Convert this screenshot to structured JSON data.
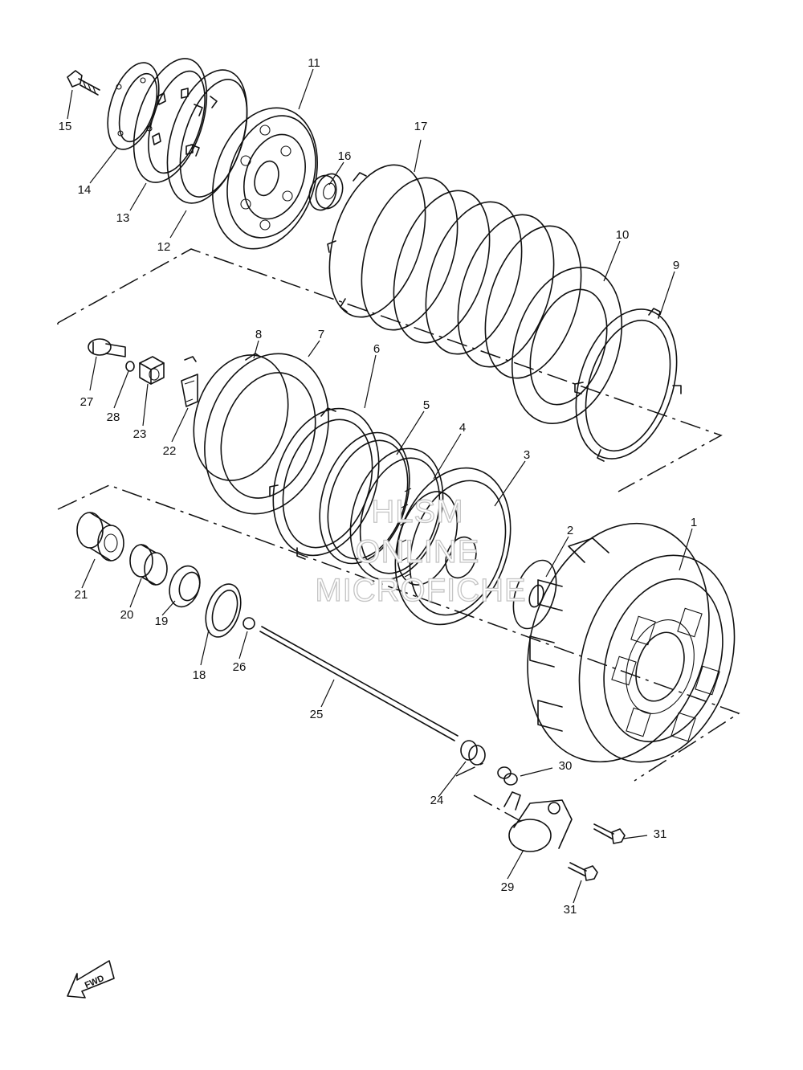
{
  "diagram": {
    "callouts": {
      "p1": "1",
      "p2": "2",
      "p3": "3",
      "p4": "4",
      "p5": "5",
      "p6": "6",
      "p7": "7",
      "p8": "8",
      "p9": "9",
      "p10": "10",
      "p11": "11",
      "p12": "12",
      "p13": "13",
      "p14": "14",
      "p15": "15",
      "p16": "16",
      "p17": "17",
      "p18": "18",
      "p19": "19",
      "p20": "20",
      "p21": "21",
      "p22": "22",
      "p23": "23",
      "p24": "24",
      "p25": "25",
      "p26": "26",
      "p27": "27",
      "p28": "28",
      "p29": "29",
      "p30": "30",
      "p31a": "31",
      "p31b": "31"
    },
    "watermark": {
      "line1": "HLSM",
      "line2": "ONLINE",
      "line3": "MICROFICHE"
    },
    "direction_marker": "FWD",
    "line_color": "#111111",
    "watermark_color": "#c4c4c4"
  }
}
